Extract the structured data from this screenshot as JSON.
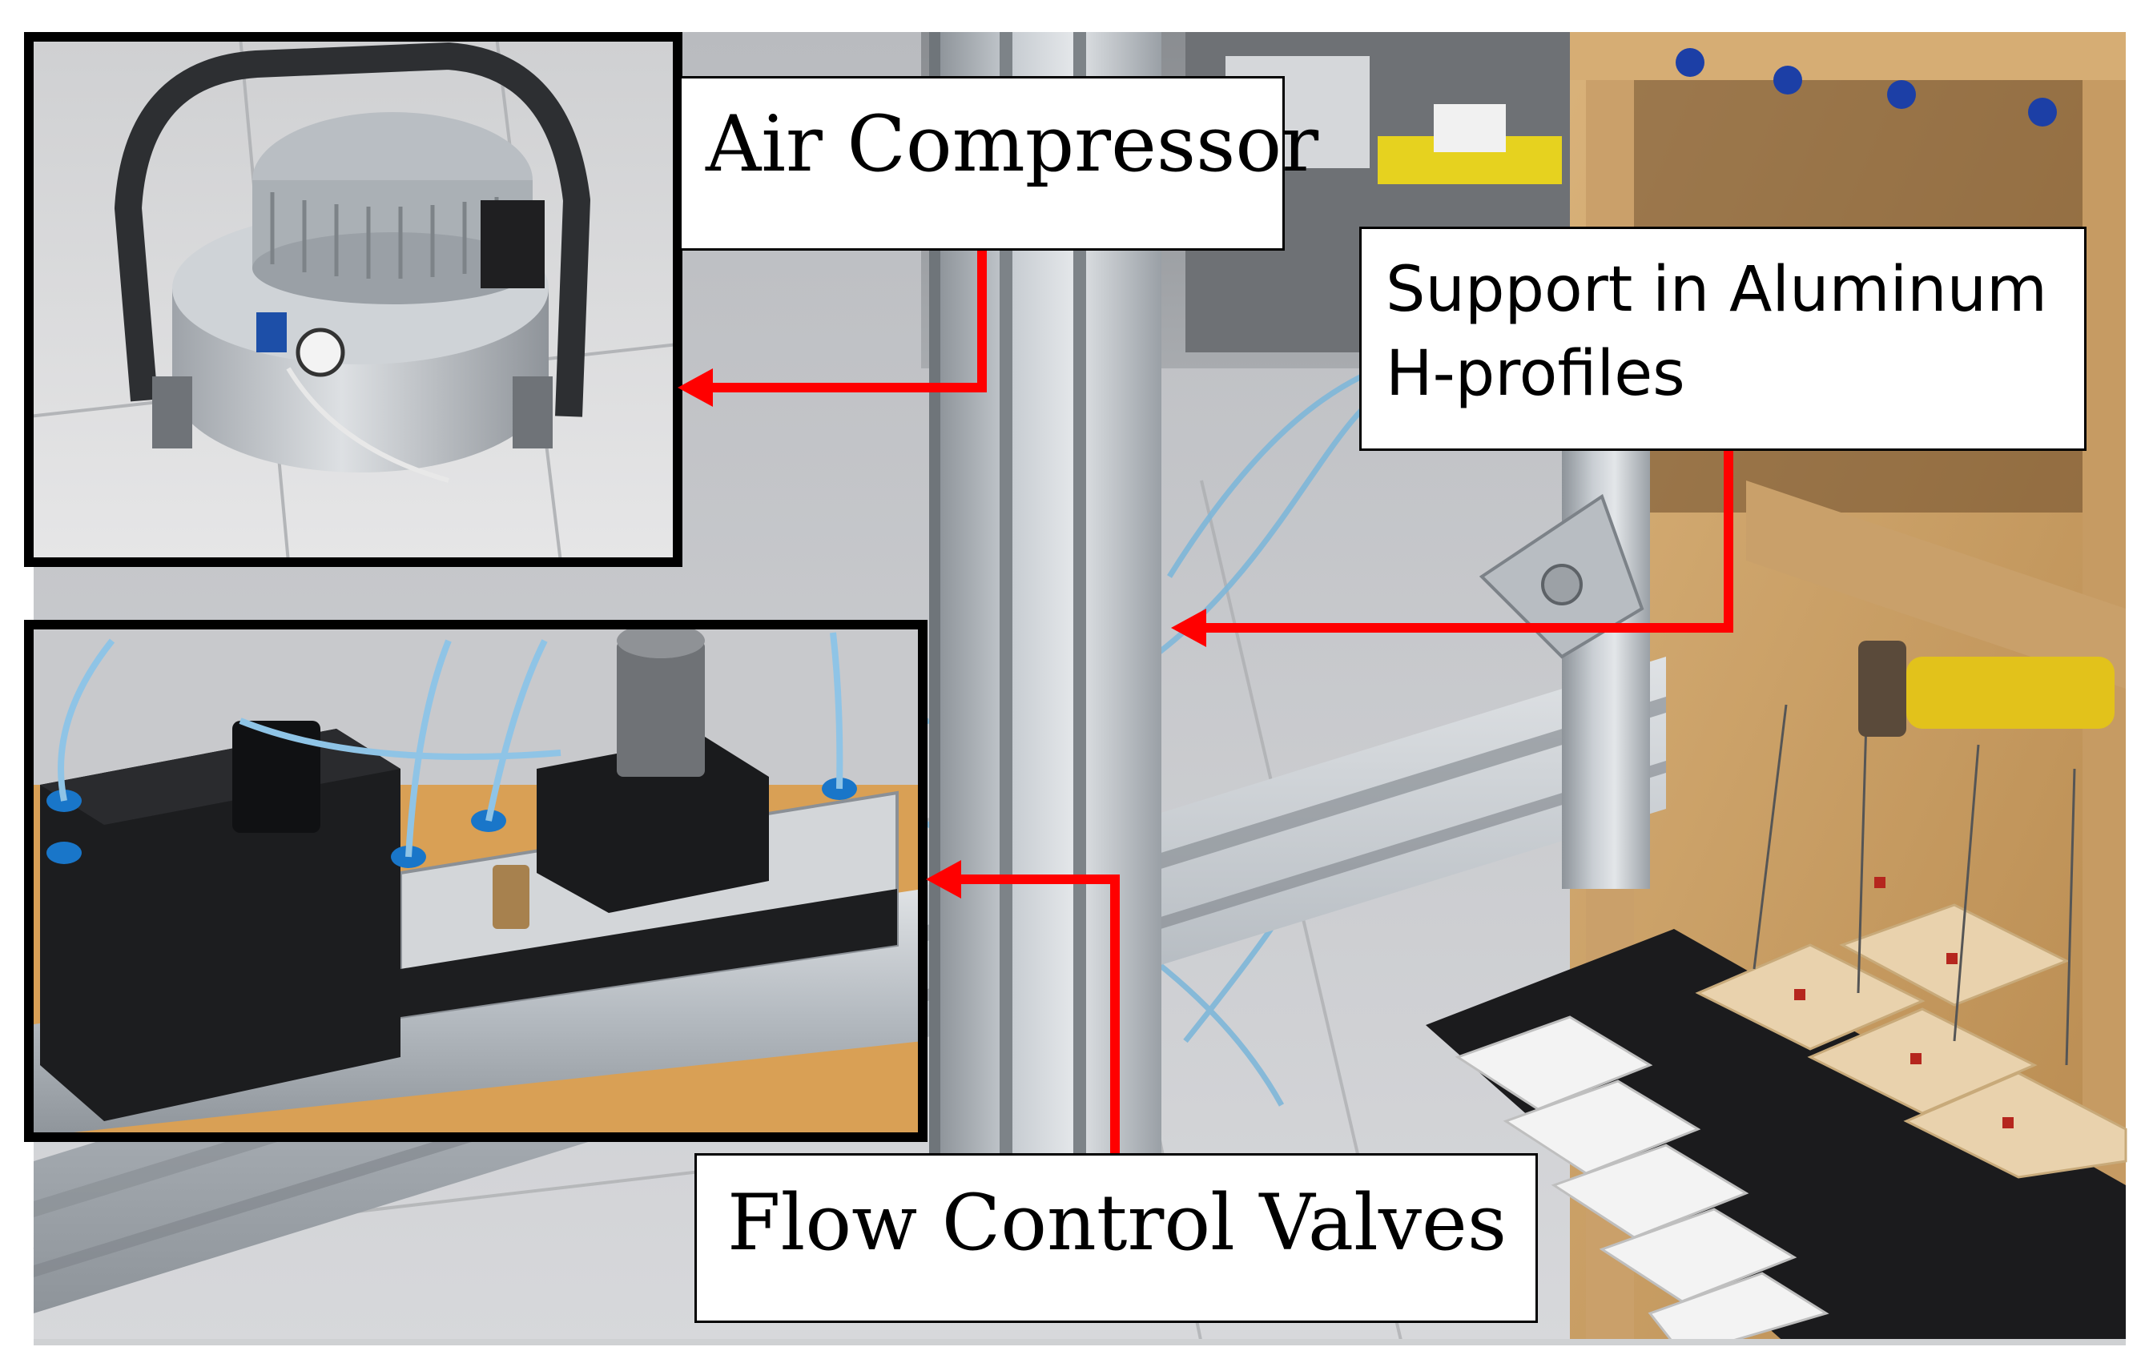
{
  "labels": {
    "air_compressor": "Air Compressor",
    "support_line1": "Support in Aluminum",
    "support_line2": "H-profiles",
    "flow_control": "Flow Control Valves"
  },
  "colors": {
    "arrow": "#ff0000",
    "frame": "#000000",
    "label_bg": "#ffffff"
  }
}
